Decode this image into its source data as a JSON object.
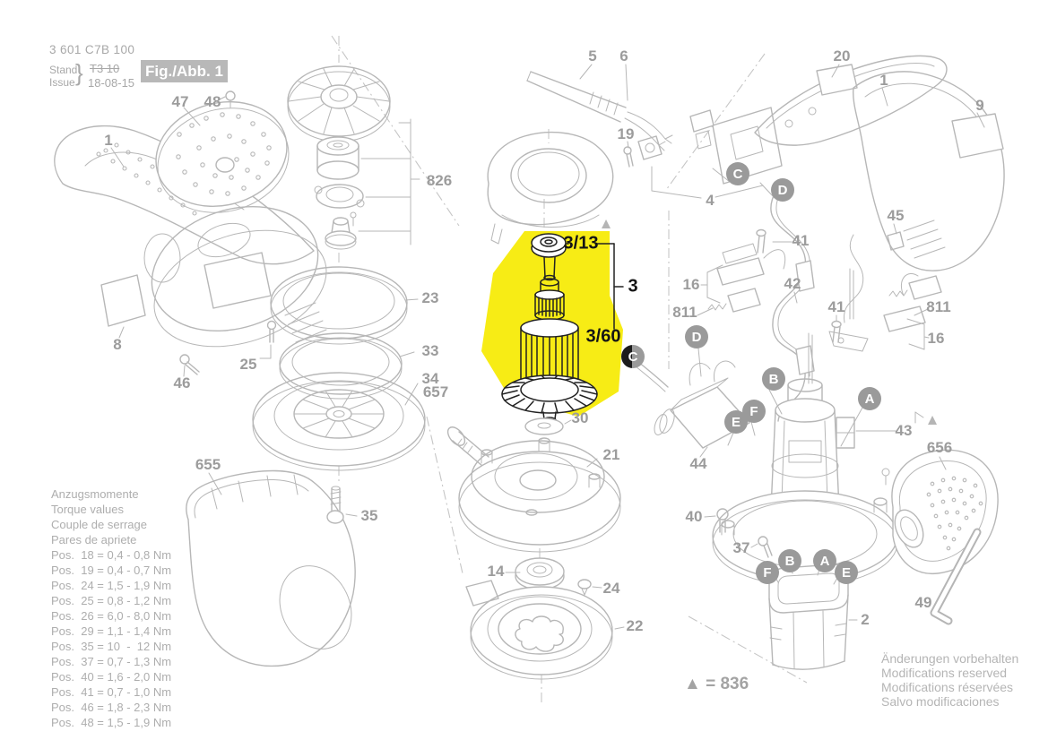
{
  "header": {
    "part_number": "3 601 C7B 100",
    "stand": "Stand",
    "issue": "Issue",
    "brace": "}",
    "revision_crossed": "T3 10",
    "revision_date": "18-08-15",
    "figure_label": "Fig./Abb. 1"
  },
  "colors": {
    "highlight_yellow": "#f7ec15",
    "line_gray": "#b7b7b7",
    "label_gray": "#9c9c9c",
    "callout_gray": "#9a9a9a",
    "figure_box_gray": "#b8b8b8"
  },
  "highlight_labels": {
    "bearing": "3/13",
    "assembly": "3",
    "gear_fan": "3/60"
  },
  "part_labels": {
    "p47": "47",
    "p48": "48",
    "p1_left": "1",
    "p8": "8",
    "p25": "25",
    "p46": "46",
    "p826": "826",
    "p23": "23",
    "p33": "33",
    "p34": "34",
    "p657": "657",
    "p655": "655",
    "p35": "35",
    "p5": "5",
    "p6": "6",
    "p19": "19",
    "p4": "4",
    "p20": "20",
    "p1_right": "1",
    "p9": "9",
    "p45": "45",
    "p41_top": "41",
    "p16_left": "16",
    "p811_left": "811",
    "p42": "42",
    "p41_mid": "41",
    "p811_right": "811",
    "p16_right": "16",
    "p44": "44",
    "p40": "40",
    "p37": "37",
    "p43": "43",
    "p656": "656",
    "p30": "30",
    "p21": "21",
    "p14": "14",
    "p24": "24",
    "p22": "22",
    "p2": "2",
    "p49": "49"
  },
  "callouts": {
    "a": "A",
    "b": "B",
    "c": "C",
    "d": "D",
    "e": "E",
    "f": "F"
  },
  "symbols": {
    "triangle": "▲",
    "triangle_note": "▲ = 836"
  },
  "torque": {
    "titles": [
      "Anzugsmomente",
      "Torque values",
      "Couple de serrage",
      "Pares de apriete"
    ],
    "rows": [
      "Pos.  18 = 0,4 - 0,8 Nm",
      "Pos.  19 = 0,4 - 0,7 Nm",
      "Pos.  24 = 1,5 - 1,9 Nm",
      "Pos.  25 = 0,8 - 1,2 Nm",
      "Pos.  26 = 6,0 - 8,0 Nm",
      "Pos.  29 = 1,1 - 1,4 Nm",
      "Pos.  35 = 10  -  12 Nm",
      "Pos.  37 = 0,7 - 1,3 Nm",
      "Pos.  40 = 1,6 - 2,0 Nm",
      "Pos.  41 = 0,7 - 1,0 Nm",
      "Pos.  46 = 1,8 - 2,3 Nm",
      "Pos.  48 = 1,5 - 1,9 Nm"
    ]
  },
  "notices": [
    "Änderungen vorbehalten",
    "Modifications reserved",
    "Modifications réservées",
    "Salvo modificaciones"
  ]
}
